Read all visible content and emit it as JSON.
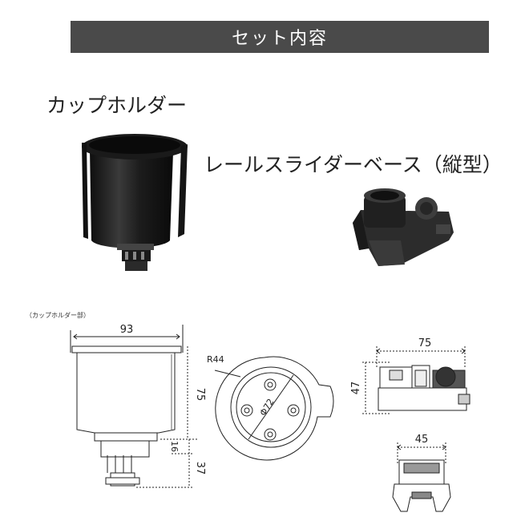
{
  "banner": {
    "title": "セット内容"
  },
  "products": {
    "cup_holder_label": "カップホルダー",
    "rail_slider_label": "レールスライダーベース（縦型）"
  },
  "drawing": {
    "note": "（カップホルダー部）",
    "cup_width": "93",
    "cup_height": "75",
    "cup_lower_16": "16",
    "cup_lower_37": "37",
    "radius": "R44",
    "diameter": "Φ72",
    "slider_width_top": "75",
    "slider_height": "47",
    "slider_width_bottom": "45"
  }
}
